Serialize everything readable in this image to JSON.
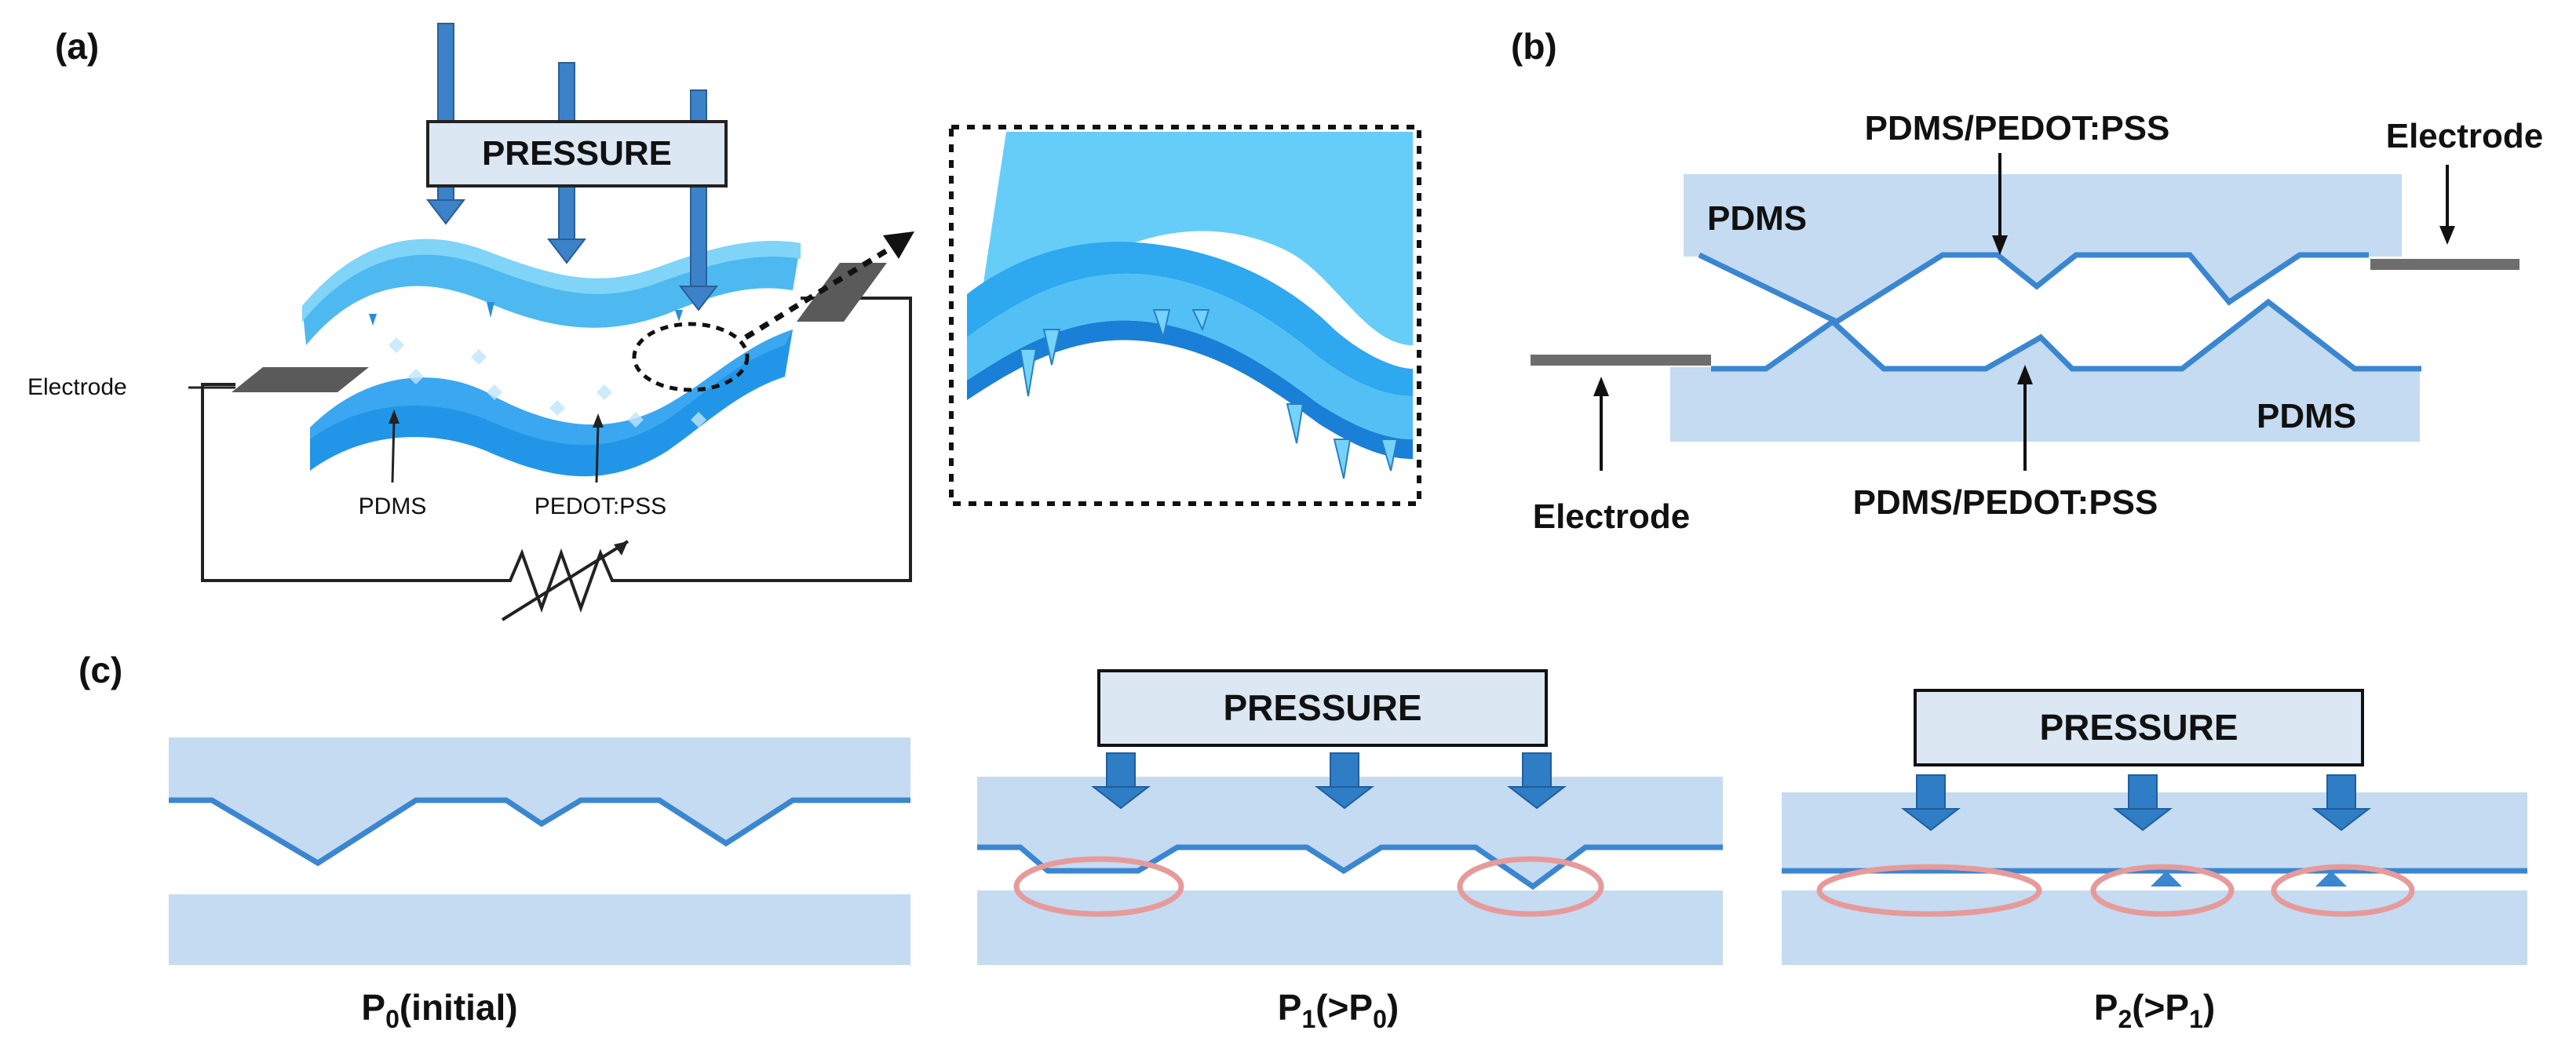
{
  "panels": {
    "a": {
      "label": "(a)",
      "pressure": "PRESSURE",
      "electrode": "Electrode",
      "pdms": "PDMS",
      "pedot": "PEDOT:PSS"
    },
    "b": {
      "label": "(b)",
      "top_layer": "PDMS",
      "bottom_layer": "PDMS",
      "interface_top": "PDMS/PEDOT:PSS",
      "interface_bottom": "PDMS/PEDOT:PSS",
      "electrode_top": "Electrode",
      "electrode_bottom": "Electrode"
    },
    "c": {
      "label": "(c)",
      "pressure_1": "PRESSURE",
      "pressure_2": "PRESSURE",
      "state0": {
        "base": "P",
        "sub": "0",
        "suffix": "(initial)"
      },
      "state1": {
        "base": "P",
        "sub": "1",
        "mid": "(>P",
        "sub2": "0",
        "end": ")"
      },
      "state2": {
        "base": "P",
        "sub": "2",
        "mid": "(>P",
        "sub2": "1",
        "end": ")"
      }
    }
  },
  "colors": {
    "layer_fill": "#c5dbf1",
    "interface_line": "#3b86d1",
    "sheet_light": "#62c8f5",
    "sheet_dark": "#1f8fe3",
    "arrow_blue": "#2f7dc4",
    "contact_ring": "#e79a9a",
    "electrode_gray": "#777777",
    "label_box": "#dbe7f3"
  }
}
